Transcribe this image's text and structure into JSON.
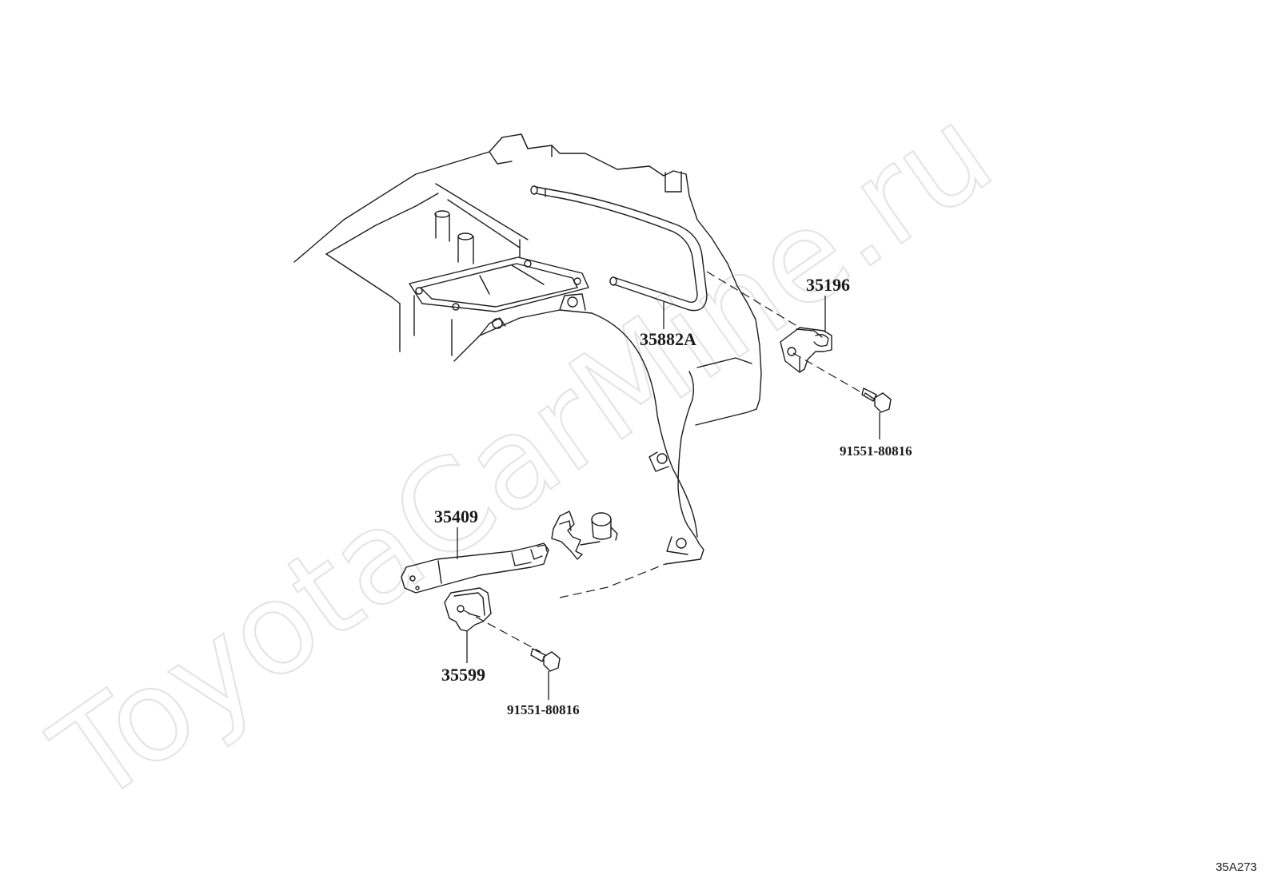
{
  "watermark": {
    "text": "ToyotaCarMine.ru"
  },
  "diagram_ref": "35A273",
  "part_numbers": {
    "breather_hose": "35882A",
    "clamp_upper": "35196",
    "bolt_upper": "91551-80816",
    "lever_bracket": "35409",
    "clamp_lower": "35599",
    "bolt_lower": "91551-80816"
  }
}
